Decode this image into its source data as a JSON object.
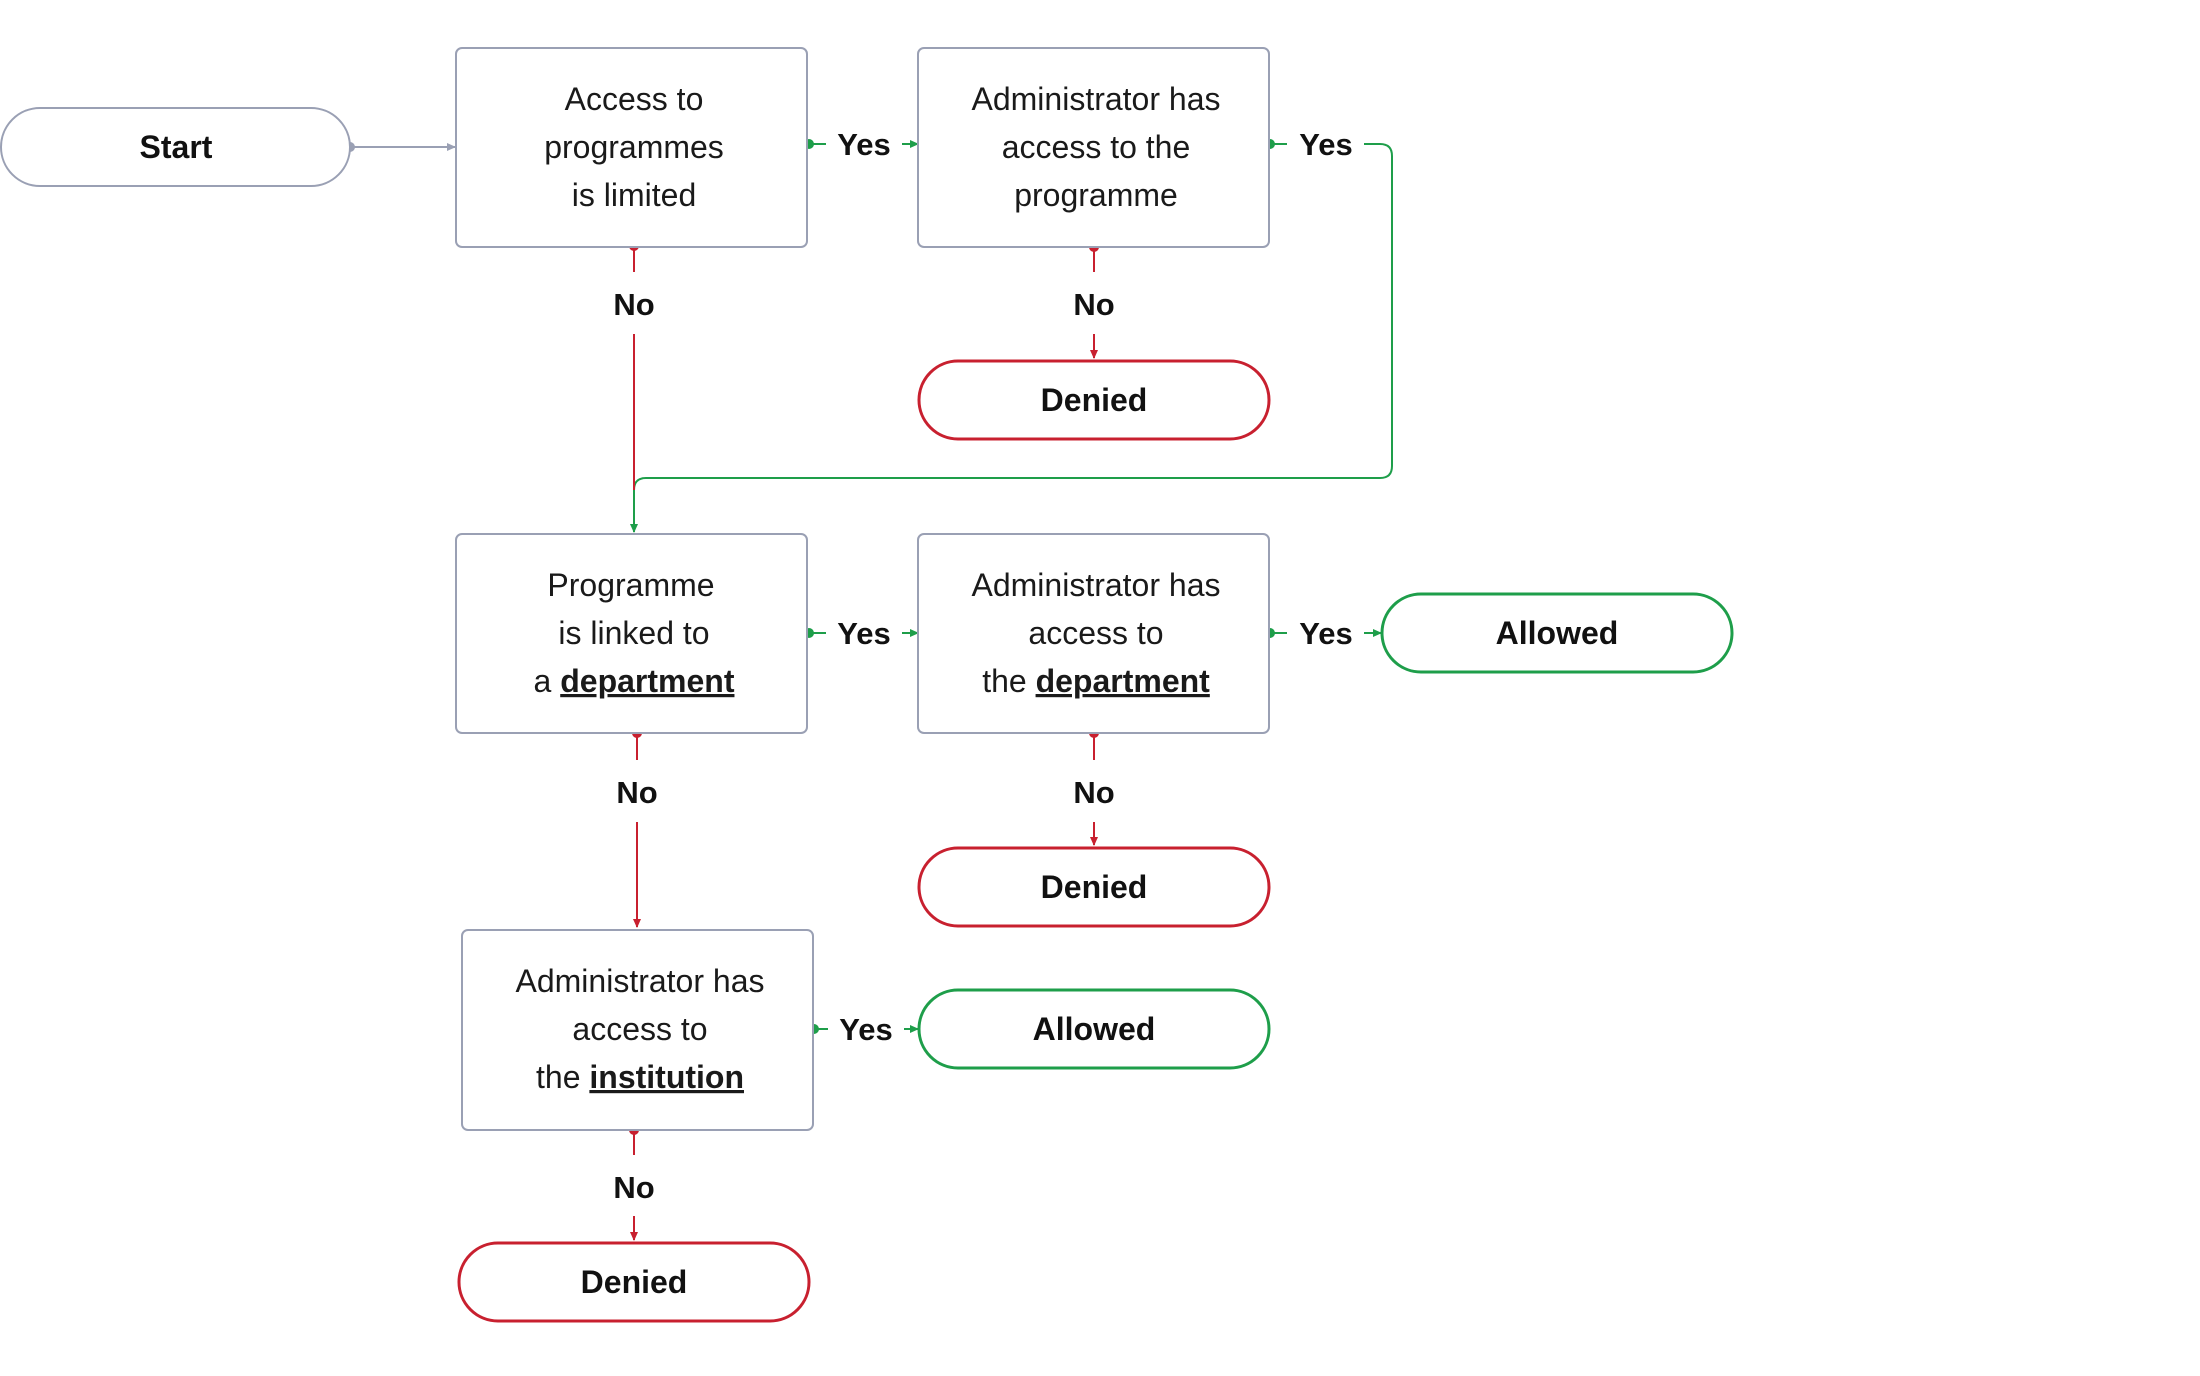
{
  "colors": {
    "neutral": "#9aa0b4",
    "yes": "#1e9e4a",
    "no": "#c8202f",
    "text": "#1a1a1a"
  },
  "nodes": {
    "start": {
      "label": "Start"
    },
    "q1": {
      "line1": "Access to",
      "line2": "programmes",
      "line3": "is limited"
    },
    "q2": {
      "line1": "Administrator has",
      "line2": "access to the",
      "line3": "programme"
    },
    "q3": {
      "line1": "Programme",
      "line2": "is linked to",
      "line3_prefix": "a ",
      "line3_keyword": "department"
    },
    "q4": {
      "line1": "Administrator has",
      "line2": "access to",
      "line3_prefix": "the ",
      "line3_keyword": "department"
    },
    "q5": {
      "line1": "Administrator has",
      "line2": "access to",
      "line3_prefix": "the ",
      "line3_keyword": "institution"
    },
    "denied1": {
      "label": "Denied"
    },
    "denied2": {
      "label": "Denied"
    },
    "denied3": {
      "label": "Denied"
    },
    "allowed1": {
      "label": "Allowed"
    },
    "allowed2": {
      "label": "Allowed"
    }
  },
  "edges": {
    "q1_yes": "Yes",
    "q1_no": "No",
    "q2_yes": "Yes",
    "q2_no": "No",
    "q3_yes": "Yes",
    "q3_no": "No",
    "q4_yes": "Yes",
    "q4_no": "No",
    "q5_yes": "Yes",
    "q5_no": "No"
  }
}
